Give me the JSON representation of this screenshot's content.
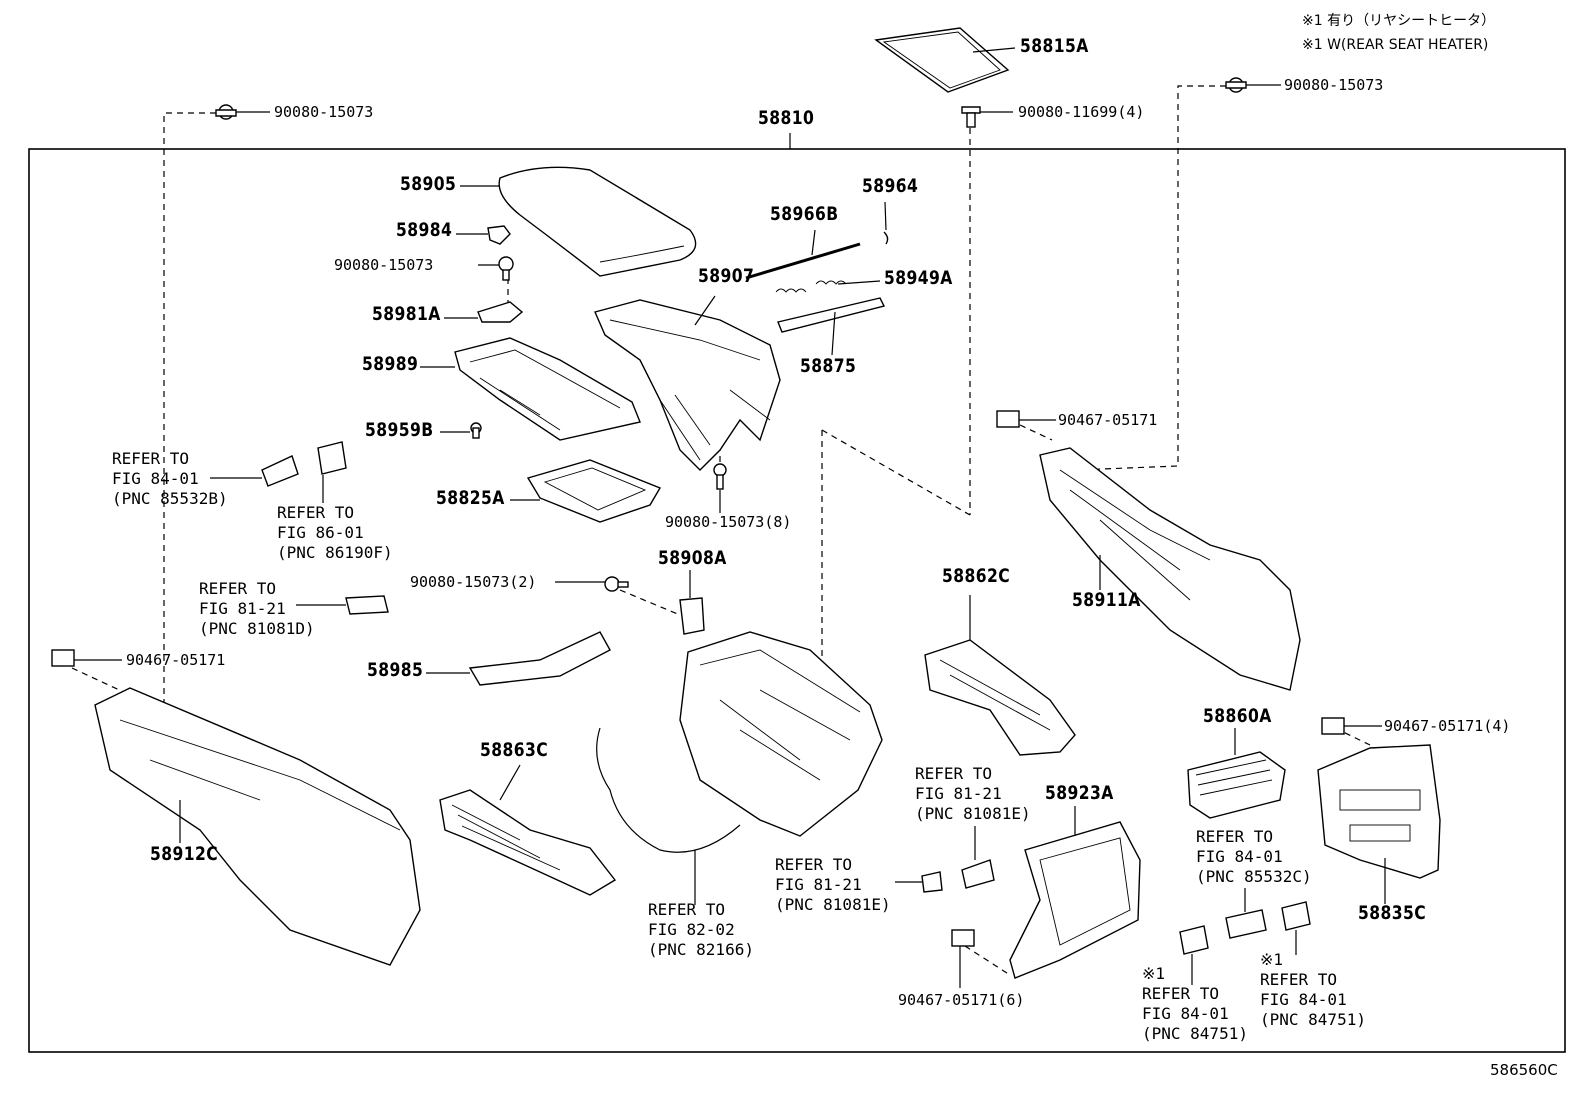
{
  "notes": {
    "line1": "※1 有り（リヤシートヒータ）",
    "line2": "※1 W(REAR SEAT HEATER)"
  },
  "diagram_code": "586560C",
  "assembly_label": "58810",
  "parts": {
    "p58815A": "58815A",
    "p58905": "58905",
    "p58984": "58984",
    "p58981A": "58981A",
    "p58989": "58989",
    "p58959B": "58959B",
    "p58825A": "58825A",
    "p58907": "58907",
    "p58966B": "58966B",
    "p58964": "58964",
    "p58949A": "58949A",
    "p58875": "58875",
    "p58908A": "58908A",
    "p58985": "58985",
    "p58863C": "58863C",
    "p58912C": "58912C",
    "p58862C": "58862C",
    "p58911A": "58911A",
    "p58860A": "58860A",
    "p58923A": "58923A",
    "p58835C": "58835C"
  },
  "fasteners": {
    "f_top_left": "90080-15073",
    "f_top_mid": "90080-11699(4)",
    "f_top_right": "90080-15073",
    "f_58984_screw": "90080-15073",
    "f_58907_screw": "90080-15073(8)",
    "f_58908A_screw": "90080-15073(2)",
    "clip_right_upper": "90467-05171",
    "clip_left": "90467-05171",
    "clip_right_lower": "90467-05171(4)",
    "clip_bottom": "90467-05171(6)"
  },
  "refs": {
    "r1": [
      "REFER TO",
      "FIG 84-01",
      "(PNC 85532B)"
    ],
    "r2": [
      "REFER TO",
      "FIG 86-01",
      "(PNC 86190F)"
    ],
    "r3": [
      "REFER TO",
      "FIG 81-21",
      "(PNC 81081D)"
    ],
    "r4": [
      "REFER TO",
      "FIG 81-21",
      "(PNC 81081E)"
    ],
    "r5": [
      "REFER TO",
      "FIG 81-21",
      "(PNC 81081E)"
    ],
    "r6": [
      "REFER TO",
      "FIG 82-02",
      "(PNC 82166)"
    ],
    "r7": [
      "REFER TO",
      "FIG 84-01",
      "(PNC 85532C)"
    ],
    "r8": [
      "※1",
      "REFER TO",
      "FIG 84-01",
      "(PNC 84751)"
    ],
    "r9": [
      "※1",
      "REFER TO",
      "FIG 84-01",
      "(PNC 84751)"
    ]
  }
}
